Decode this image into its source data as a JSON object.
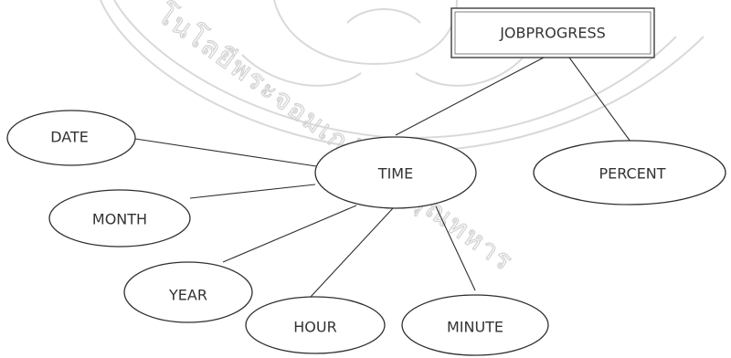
{
  "diagram": {
    "entity": "JOBPROGRESS",
    "nodes": {
      "percent": "PERCENT",
      "time": "TIME",
      "date": "DATE",
      "month": "MONTH",
      "year": "YEAR",
      "hour": "HOUR",
      "minute": "MINUTE"
    }
  },
  "watermark": {
    "text": "โนโลยีพระจอมเกล้าเจ้าคุณทหาร"
  }
}
